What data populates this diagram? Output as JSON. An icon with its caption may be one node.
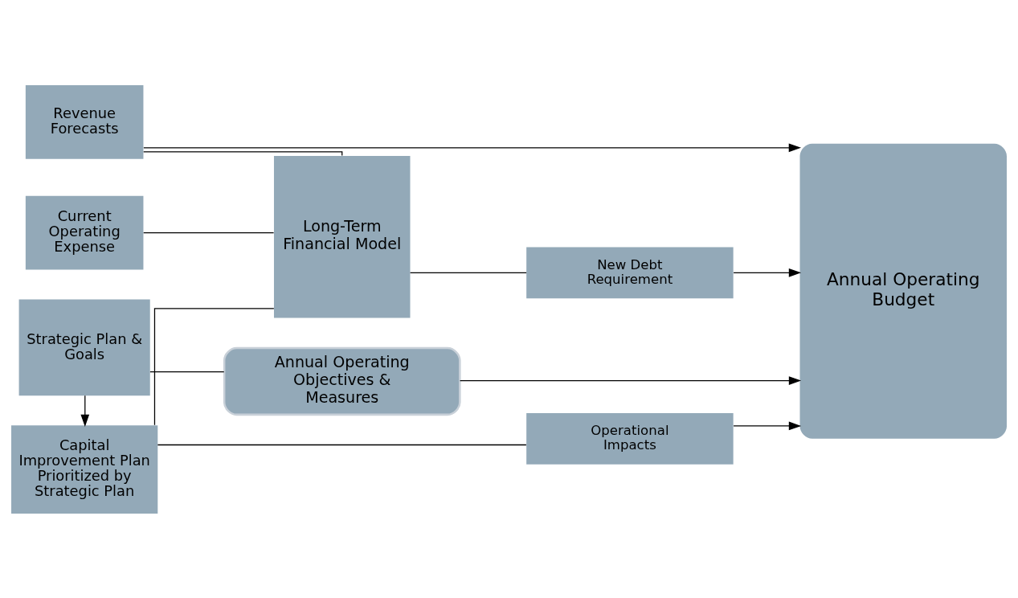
{
  "diagram": {
    "nodes": [
      {
        "text": [
          "Revenue Forecasts"
        ]
      },
      {
        "text": [
          "Current Operating Expense"
        ]
      },
      {
        "text": [
          "Capital Improvement Plan Prioritized by Strategic Plan"
        ]
      },
      {
        "text": [
          "Strategic Plan & Goals"
        ]
      },
      {
        "text": [
          "Long-Term Financial Model"
        ]
      },
      {
        "text": [
          "New Debt Requirement"
        ]
      },
      {
        "text": [
          "Operational Impacts"
        ]
      },
      {
        "text": [
          "Annual Operating Objectives & Measures"
        ]
      },
      {
        "text": [
          "Annual Operating Budget"
        ]
      }
    ],
    "edges": [
      {
        "from": 0,
        "to": 8,
        "arrow": "to"
      },
      {
        "from": 0,
        "to": 4,
        "arrow": "none"
      },
      {
        "from": 1,
        "to": 4,
        "arrow": "none"
      },
      {
        "from": 2,
        "to": 4,
        "arrow": "none"
      },
      {
        "from": 4,
        "to": 5,
        "arrow": "none"
      },
      {
        "from": 5,
        "to": 8,
        "arrow": "to"
      },
      {
        "from": 2,
        "to": 6,
        "arrow": "none"
      },
      {
        "from": 6,
        "to": 8,
        "arrow": "to"
      },
      {
        "from": 3,
        "to": 2,
        "arrow": "to"
      },
      {
        "from": 3,
        "to": 7,
        "arrow": "none"
      },
      {
        "from": 7,
        "to": 8,
        "arrow": "to"
      }
    ]
  }
}
